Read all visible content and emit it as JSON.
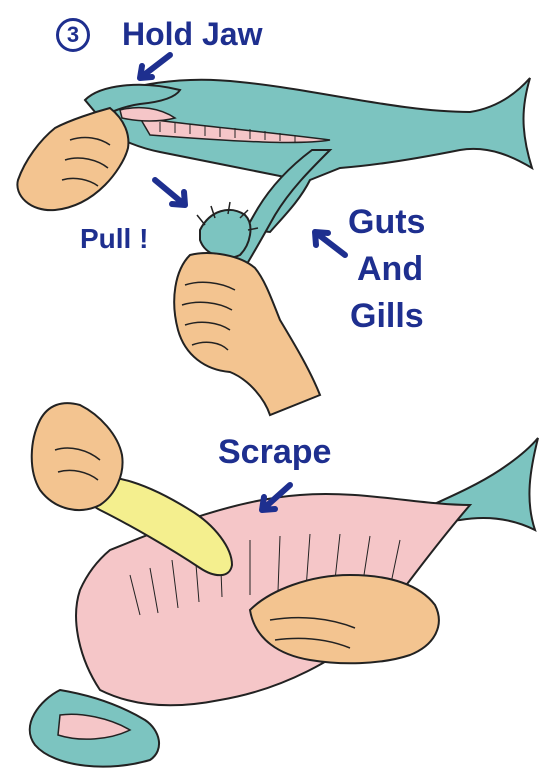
{
  "colors": {
    "fish": "#7cc4c0",
    "fish_outline": "#222222",
    "skin": "#f3c490",
    "flesh": "#f5c6c8",
    "scraper": "#f4ef8e",
    "label": "#1e2f8f"
  },
  "step": {
    "number": "3",
    "title": "Hold Jaw"
  },
  "labels": {
    "pull": "Pull !",
    "guts_line1": "Guts",
    "guts_line2": "And",
    "guts_line3": "Gills",
    "scrape": "Scrape"
  },
  "icons": [
    "arrow-icon",
    "hand-icon",
    "fish-icon",
    "scraper-icon"
  ]
}
